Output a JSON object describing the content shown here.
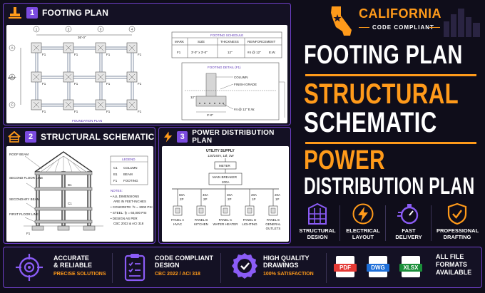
{
  "colors": {
    "accent": "#ff9a1a",
    "purple": "#6d3fc6",
    "background": "#0f0d1a"
  },
  "panels": [
    {
      "num": "1",
      "title": "FOOTING PLAN",
      "icon": "footing-icon"
    },
    {
      "num": "2",
      "title": "STRUCTURAL SCHEMATIC",
      "icon": "house-frame-icon"
    },
    {
      "num": "3",
      "title": "POWER DISTRIBUTION PLAN",
      "icon": "lightning-icon"
    }
  ],
  "footing_plan": {
    "grid_numbers": [
      "1",
      "2",
      "3",
      "4"
    ],
    "grid_letters": [
      "A",
      "B",
      "C"
    ],
    "dim_top": "36'-0\"",
    "dim_left": "28'-0\"",
    "footing_label": "F1",
    "caption": "FOUNDATION PLAN",
    "schedule": {
      "title": "FOOTING SCHEDULE",
      "headers": [
        "MARK",
        "SIZE",
        "THICKNESS",
        "REINFORCEMENT"
      ],
      "row": [
        "F1",
        "3'-0\" x 3'-0\"",
        "12\"",
        "#4 @ 12\"",
        "E.W."
      ]
    },
    "detail": {
      "title": "FOOTING DETAIL (F1)",
      "column": "COLUMN",
      "finish_grade": "FINISH GRADE",
      "depth": "12\"",
      "width": "3'-0\"",
      "rebar": "#4 @ 12\" E.W."
    }
  },
  "structural": {
    "labels": [
      "ROOF BEAM",
      "SECOND FLOOR LINE",
      "SECONDARY BEAM",
      "FIRST FLOOR LINE"
    ],
    "marks": [
      "B1",
      "C1",
      "F1"
    ],
    "legend_title": "LEGEND",
    "legend": [
      [
        "C1",
        "COLUMN"
      ],
      [
        "B1",
        "BEAM"
      ],
      [
        "F1",
        "FOOTING"
      ]
    ],
    "notes_title": "NOTES:",
    "notes": [
      "• ALL DIMENSIONS",
      "ARE IN FEET-INCHES",
      "• CONCRETE: f'c = 3000 PSI",
      "• STEEL: fy = 60,000 PSI",
      "• DESIGN AS PER",
      "CBC 2022 & ACI 318"
    ]
  },
  "power": {
    "supply_line1": "UTILITY SUPPLY",
    "supply_line2": "120/240V, 1Ø, 3W",
    "meter": "METER",
    "main_breaker_line1": "MAIN BREAKER",
    "main_breaker_line2": "200A",
    "breakers": [
      [
        "60A",
        "2P"
      ],
      [
        "40A",
        "2P"
      ],
      [
        "30A",
        "2P"
      ],
      [
        "20A",
        "1P"
      ],
      [
        "20A",
        "1P"
      ]
    ],
    "loads": [
      [
        "PANEL A",
        "HVAC"
      ],
      [
        "PANEL B",
        "KITCHEN"
      ],
      [
        "PANEL C",
        "WATER HEATER"
      ],
      [
        "PANEL D",
        "LIGHTING"
      ],
      [
        "PANEL E",
        "GENERAL",
        "OUTLETS"
      ]
    ]
  },
  "brand": {
    "name": "CALIFORNIA",
    "tagline": "CODE COMPLIANT"
  },
  "headline": {
    "line1": "FOOTING PLAN",
    "line2": "STRUCTURAL",
    "line3": "SCHEMATIC",
    "line4": "POWER",
    "line5": "DISTRIBUTION PLAN"
  },
  "services": [
    {
      "icon": "building-icon",
      "label": [
        "STRUCTURAL",
        "DESIGN"
      ]
    },
    {
      "icon": "lightning-icon",
      "label": [
        "ELECTRICAL",
        "LAYOUT"
      ]
    },
    {
      "icon": "stopwatch-icon",
      "label": [
        "FAST",
        "DELIVERY"
      ]
    },
    {
      "icon": "shield-check-icon",
      "label": [
        "PROFESSIONAL",
        "DRAFTING"
      ]
    }
  ],
  "features": [
    {
      "icon": "target-icon",
      "line1": "ACCURATE",
      "line2": "& RELIABLE",
      "sub": "PRECISE SOLUTIONS"
    },
    {
      "icon": "checklist-icon",
      "line1": "CODE COMPLIANT",
      "line2": "DESIGN",
      "sub": "CBC 2022 / ACI 318"
    },
    {
      "icon": "badge-icon",
      "line1": "HIGH QUALITY",
      "line2": "DRAWINGS",
      "sub": "100% SATISFACTION"
    },
    {
      "icon": "files-icon",
      "files": [
        "PDF",
        "DWG",
        "XLSX"
      ],
      "line1": "ALL FILE",
      "line2": "FORMATS",
      "line3": "AVAILABLE"
    }
  ]
}
